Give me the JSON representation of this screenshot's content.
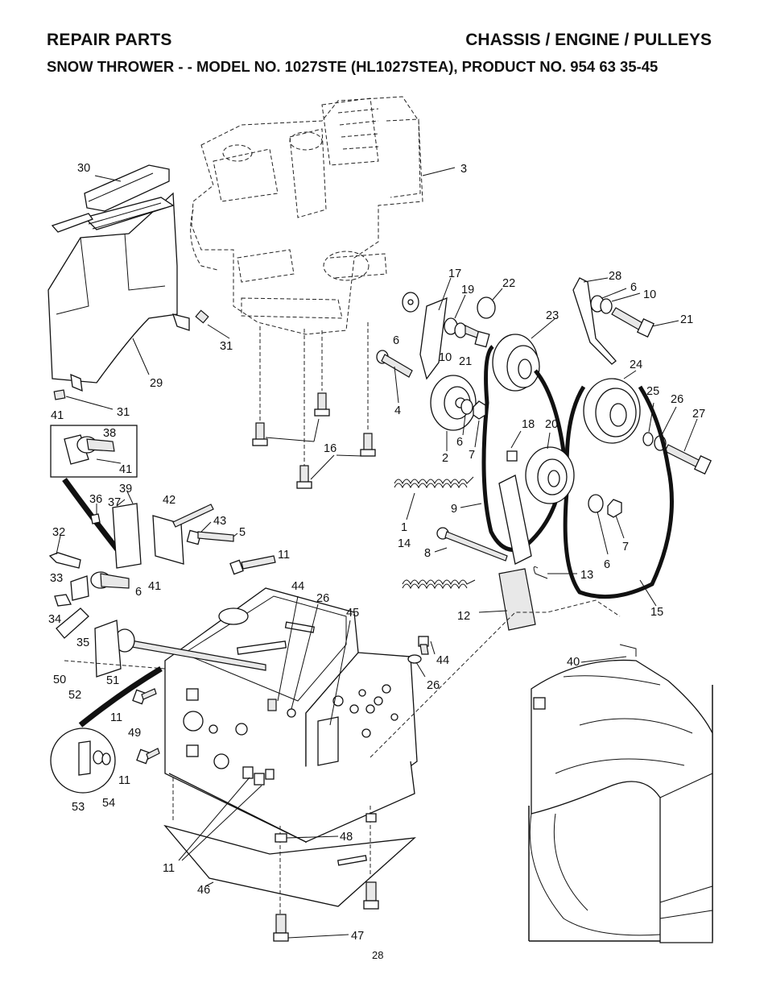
{
  "header": {
    "title_left": "REPAIR PARTS",
    "title_right": "CHASSIS / ENGINE / PULLEYS",
    "subtitle": "SNOW THROWER - - MODEL NO. 1027STE (HL1027STEA), PRODUCT NO. 954 63 35-45"
  },
  "page_number": "28",
  "callouts": [
    {
      "id": "c30",
      "text": "30"
    },
    {
      "id": "c3",
      "text": "3"
    },
    {
      "id": "c17",
      "text": "17"
    },
    {
      "id": "c19",
      "text": "19"
    },
    {
      "id": "c22",
      "text": "22"
    },
    {
      "id": "c28",
      "text": "28"
    },
    {
      "id": "c6a",
      "text": "6"
    },
    {
      "id": "c10a",
      "text": "10"
    },
    {
      "id": "c21a",
      "text": "21"
    },
    {
      "id": "c23",
      "text": "23"
    },
    {
      "id": "c6b",
      "text": "6"
    },
    {
      "id": "c10b",
      "text": "10"
    },
    {
      "id": "c21b",
      "text": "21"
    },
    {
      "id": "c31a",
      "text": "31"
    },
    {
      "id": "c29",
      "text": "29"
    },
    {
      "id": "c31b",
      "text": "31"
    },
    {
      "id": "c4",
      "text": "4"
    },
    {
      "id": "c24",
      "text": "24"
    },
    {
      "id": "c25",
      "text": "25"
    },
    {
      "id": "c26a",
      "text": "26"
    },
    {
      "id": "c27",
      "text": "27"
    },
    {
      "id": "c41a",
      "text": "41"
    },
    {
      "id": "c38",
      "text": "38"
    },
    {
      "id": "c41b",
      "text": "41"
    },
    {
      "id": "c18",
      "text": "18"
    },
    {
      "id": "c20",
      "text": "20"
    },
    {
      "id": "c16",
      "text": "16"
    },
    {
      "id": "c6c",
      "text": "6"
    },
    {
      "id": "c2",
      "text": "2"
    },
    {
      "id": "c7a",
      "text": "7"
    },
    {
      "id": "c39",
      "text": "39"
    },
    {
      "id": "c36",
      "text": "36"
    },
    {
      "id": "c37",
      "text": "37"
    },
    {
      "id": "c42",
      "text": "42"
    },
    {
      "id": "c43",
      "text": "43"
    },
    {
      "id": "c5",
      "text": "5"
    },
    {
      "id": "c9",
      "text": "9"
    },
    {
      "id": "c32",
      "text": "32"
    },
    {
      "id": "c1",
      "text": "1"
    },
    {
      "id": "c14",
      "text": "14"
    },
    {
      "id": "c8",
      "text": "8"
    },
    {
      "id": "c7b",
      "text": "7"
    },
    {
      "id": "c11a",
      "text": "11"
    },
    {
      "id": "c6d",
      "text": "6"
    },
    {
      "id": "c13",
      "text": "13"
    },
    {
      "id": "c33",
      "text": "33"
    },
    {
      "id": "c44a",
      "text": "44"
    },
    {
      "id": "c41c",
      "text": "41"
    },
    {
      "id": "c6e",
      "text": "6"
    },
    {
      "id": "c26b",
      "text": "26"
    },
    {
      "id": "c45",
      "text": "45"
    },
    {
      "id": "c12",
      "text": "12"
    },
    {
      "id": "c15",
      "text": "15"
    },
    {
      "id": "c34",
      "text": "34"
    },
    {
      "id": "c35",
      "text": "35"
    },
    {
      "id": "c44b",
      "text": "44"
    },
    {
      "id": "c40",
      "text": "40"
    },
    {
      "id": "c26c",
      "text": "26"
    },
    {
      "id": "c50",
      "text": "50"
    },
    {
      "id": "c51",
      "text": "51"
    },
    {
      "id": "c52",
      "text": "52"
    },
    {
      "id": "c11b",
      "text": "11"
    },
    {
      "id": "c49",
      "text": "49"
    },
    {
      "id": "c11c",
      "text": "11"
    },
    {
      "id": "c53",
      "text": "53"
    },
    {
      "id": "c54",
      "text": "54"
    },
    {
      "id": "c48",
      "text": "48"
    },
    {
      "id": "c11d",
      "text": "11"
    },
    {
      "id": "c46",
      "text": "46"
    },
    {
      "id": "c47",
      "text": "47"
    }
  ]
}
